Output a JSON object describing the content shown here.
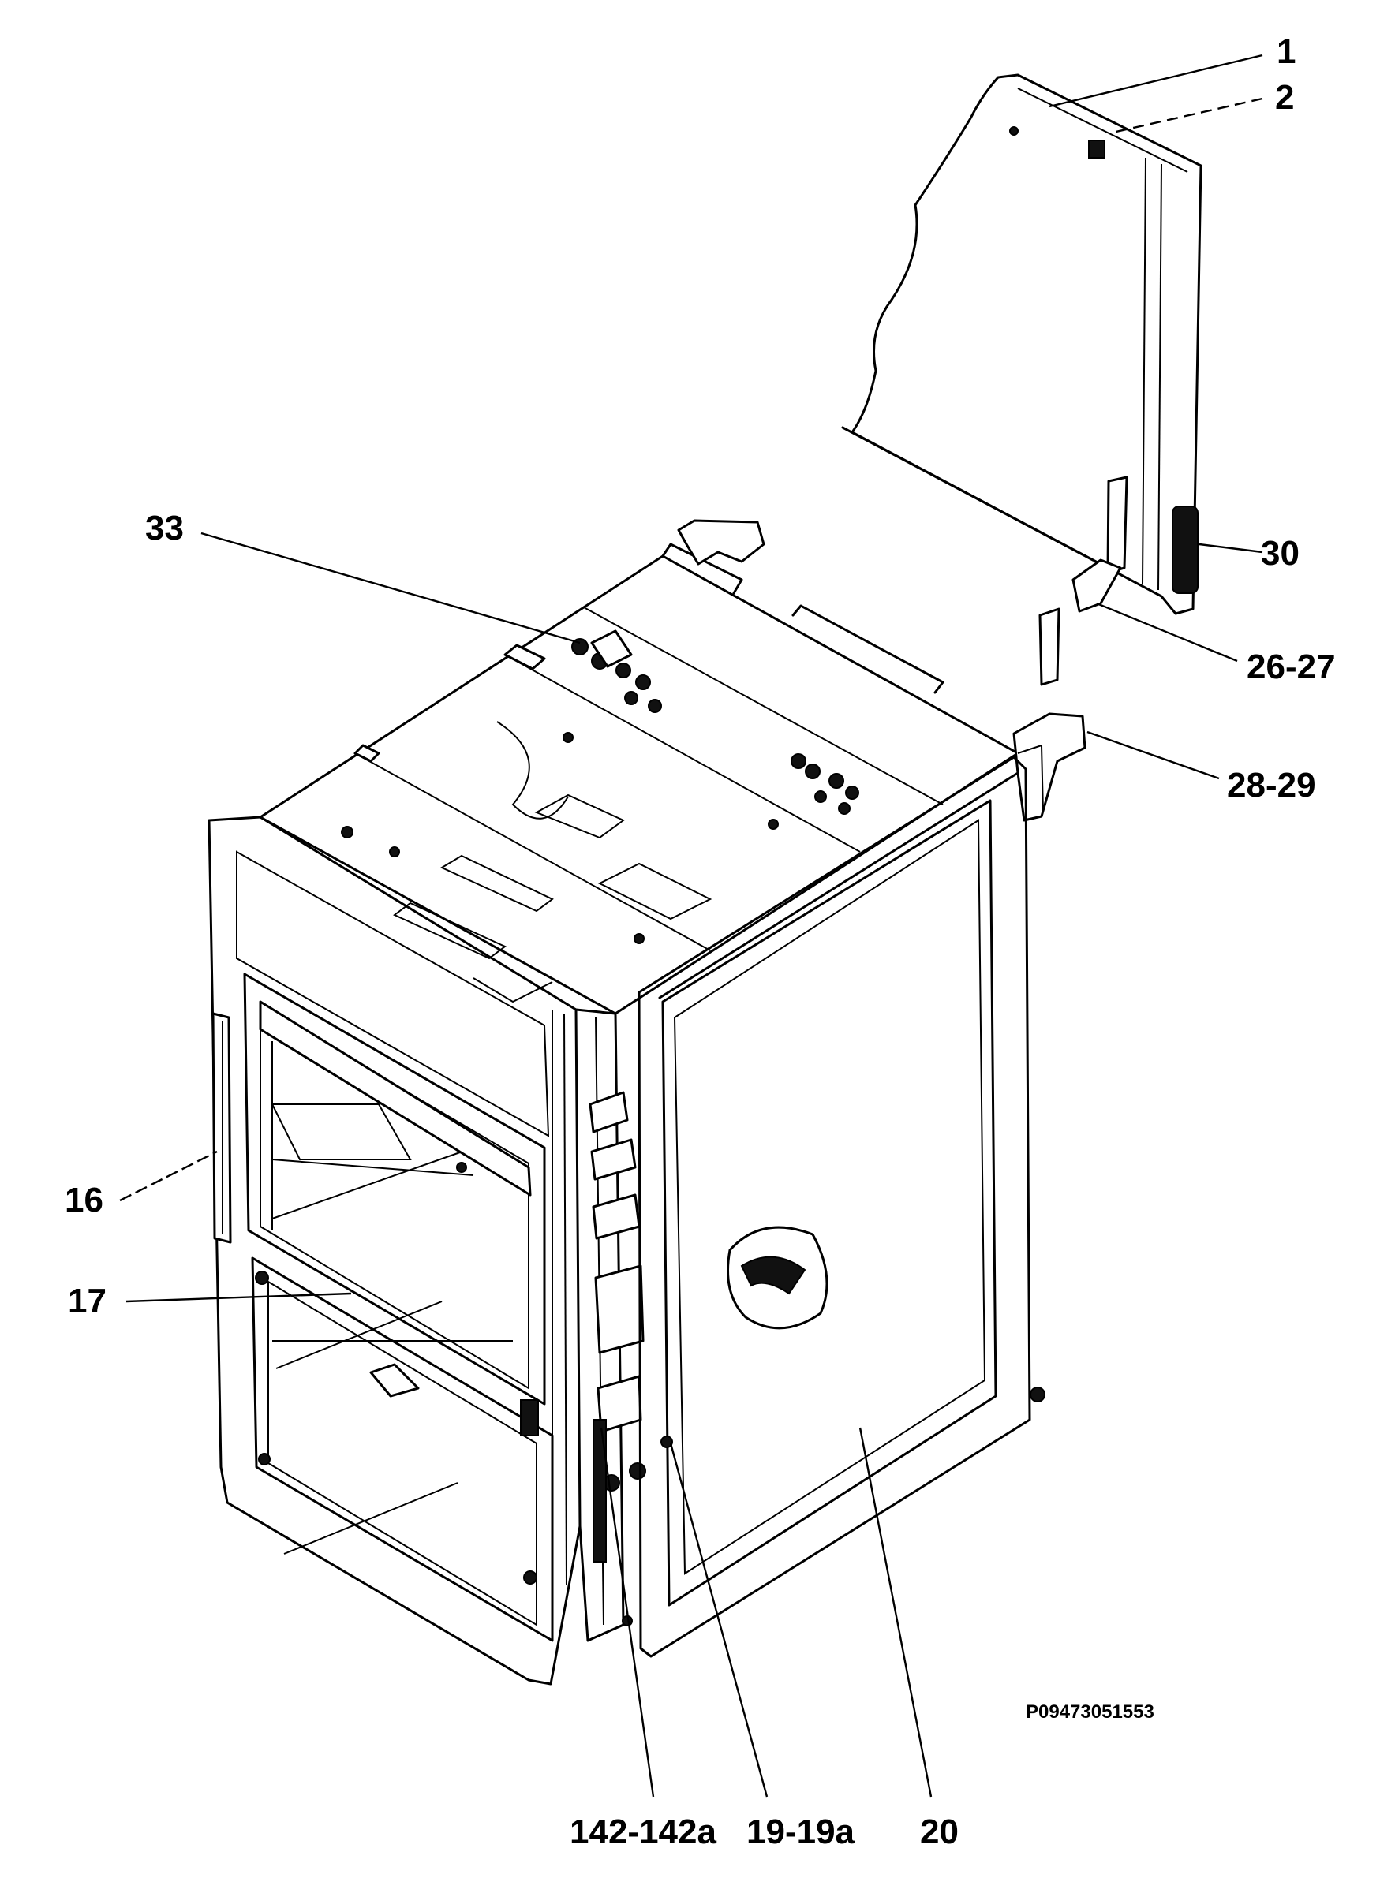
{
  "callouts": {
    "c1": "1",
    "c2": "2",
    "c30": "30",
    "c26_27": "26-27",
    "c28_29": "28-29",
    "c33": "33",
    "c16": "16",
    "c17": "17",
    "c142": "142-142a",
    "c19": "19-19a",
    "c20": "20"
  },
  "drawing_code": "P09473051553"
}
